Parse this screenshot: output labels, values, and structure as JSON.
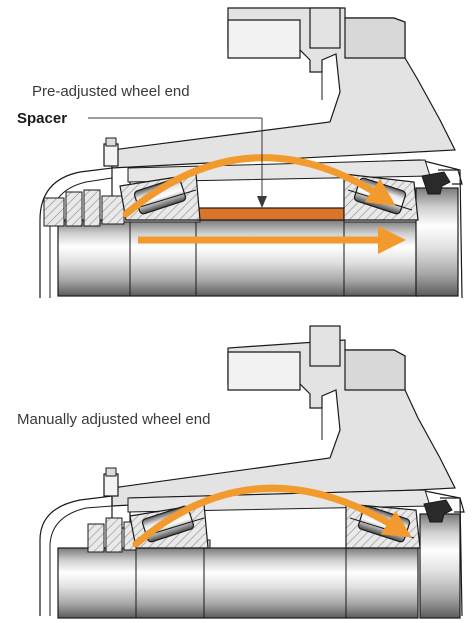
{
  "labels": {
    "top_title": "Pre-adjusted wheel end",
    "spacer": "Spacer",
    "bottom_title": "Manually adjusted wheel end"
  },
  "colors": {
    "arrow_orange": "#f39a2e",
    "spacer_fill": "#d9742a",
    "outline": "#1a1a1a",
    "steel_light": "#f2f2f2",
    "steel_mid": "#bdbdbd",
    "steel_dark": "#6e6e6e",
    "hub_gray": "#d6d6d6"
  },
  "icons": [
    "bearing-icon",
    "flow-arrow-icon",
    "seal-icon",
    "nut-icon"
  ]
}
